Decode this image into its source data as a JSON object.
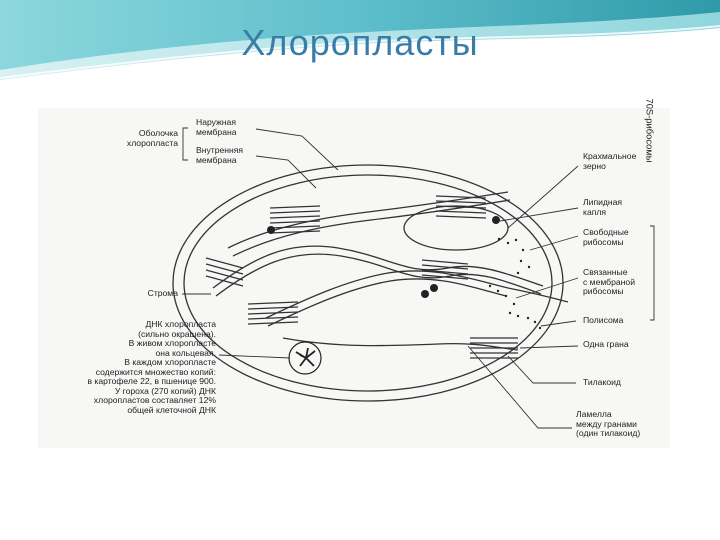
{
  "slide": {
    "title": "Хлоропласты",
    "colors": {
      "title": "#3a7ca8",
      "header_teal": "#5cc6cf",
      "header_dark": "#1f8fa0"
    }
  },
  "diagram": {
    "labels": {
      "envelope": "Оболочка\nхлоропласта",
      "outer_membrane": "Наружная\nмембрана",
      "inner_membrane": "Внутренняя\nмембрана",
      "stroma": "Строма",
      "dna": "ДНК хлоропласта\n(сильно окрашена).\nВ живом хлоропласте\nона кольцевая.\nВ каждом хлоропласте\nсодержится множество копий:\nв картофеле 22, в пшенице 900.\nУ гороха (270 копий) ДНК\nхлоропластов составляет 12%\nобщей клеточной ДНК",
      "starch_grain": "Крахмальное\nзерно",
      "lipid_droplet": "Липидная\nкапля",
      "free_ribosomes": "Свободные\nрибосомы",
      "bound_ribosomes": "Связанные\nс мембраной\nрибосомы",
      "polysome": "Полисома",
      "granum": "Одна грана",
      "thylakoid": "Тилакоид",
      "lamella": "Ламелла\nмежду гранами\n(один тилакоид)",
      "ribosomes_70s": "70S-рибосомы"
    }
  }
}
